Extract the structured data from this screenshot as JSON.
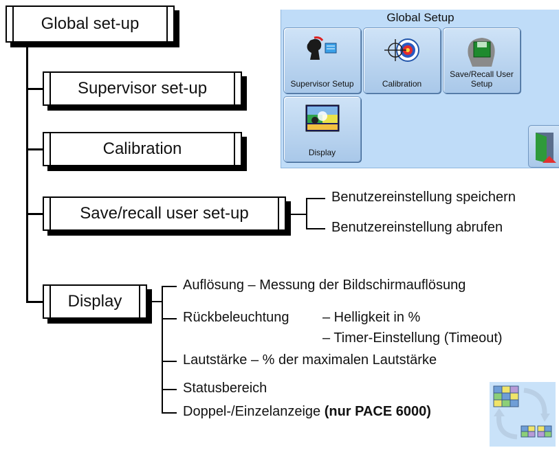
{
  "tree": {
    "root": "Global set-up",
    "children": [
      "Supervisor set-up",
      "Calibration",
      "Save/recall user set-up",
      "Display"
    ]
  },
  "save_recall_options": [
    "Benutzereinstellung speichern",
    "Benutzereinstellung abrufen"
  ],
  "display_options": {
    "aufloesung": "Auflösung – Messung der Bildschirmauflösung",
    "rueck": "Rückbeleuchtung",
    "rueck_sub1": "– Helligkeit in %",
    "rueck_sub2": "– Timer-Einstellung (Timeout)",
    "lautstaerke": "Lautstärke – % der maximalen Lautstärke",
    "status": "Statusbereich",
    "doppel": "Doppel-/Einzelanzeige",
    "doppel_note": "(nur PACE 6000)"
  },
  "screen": {
    "title": "Global Setup",
    "tiles": {
      "supervisor": "Supervisor Setup",
      "calibration": "Calibration",
      "save_recall": "Save/Recall User Setup",
      "display": "Display"
    }
  }
}
